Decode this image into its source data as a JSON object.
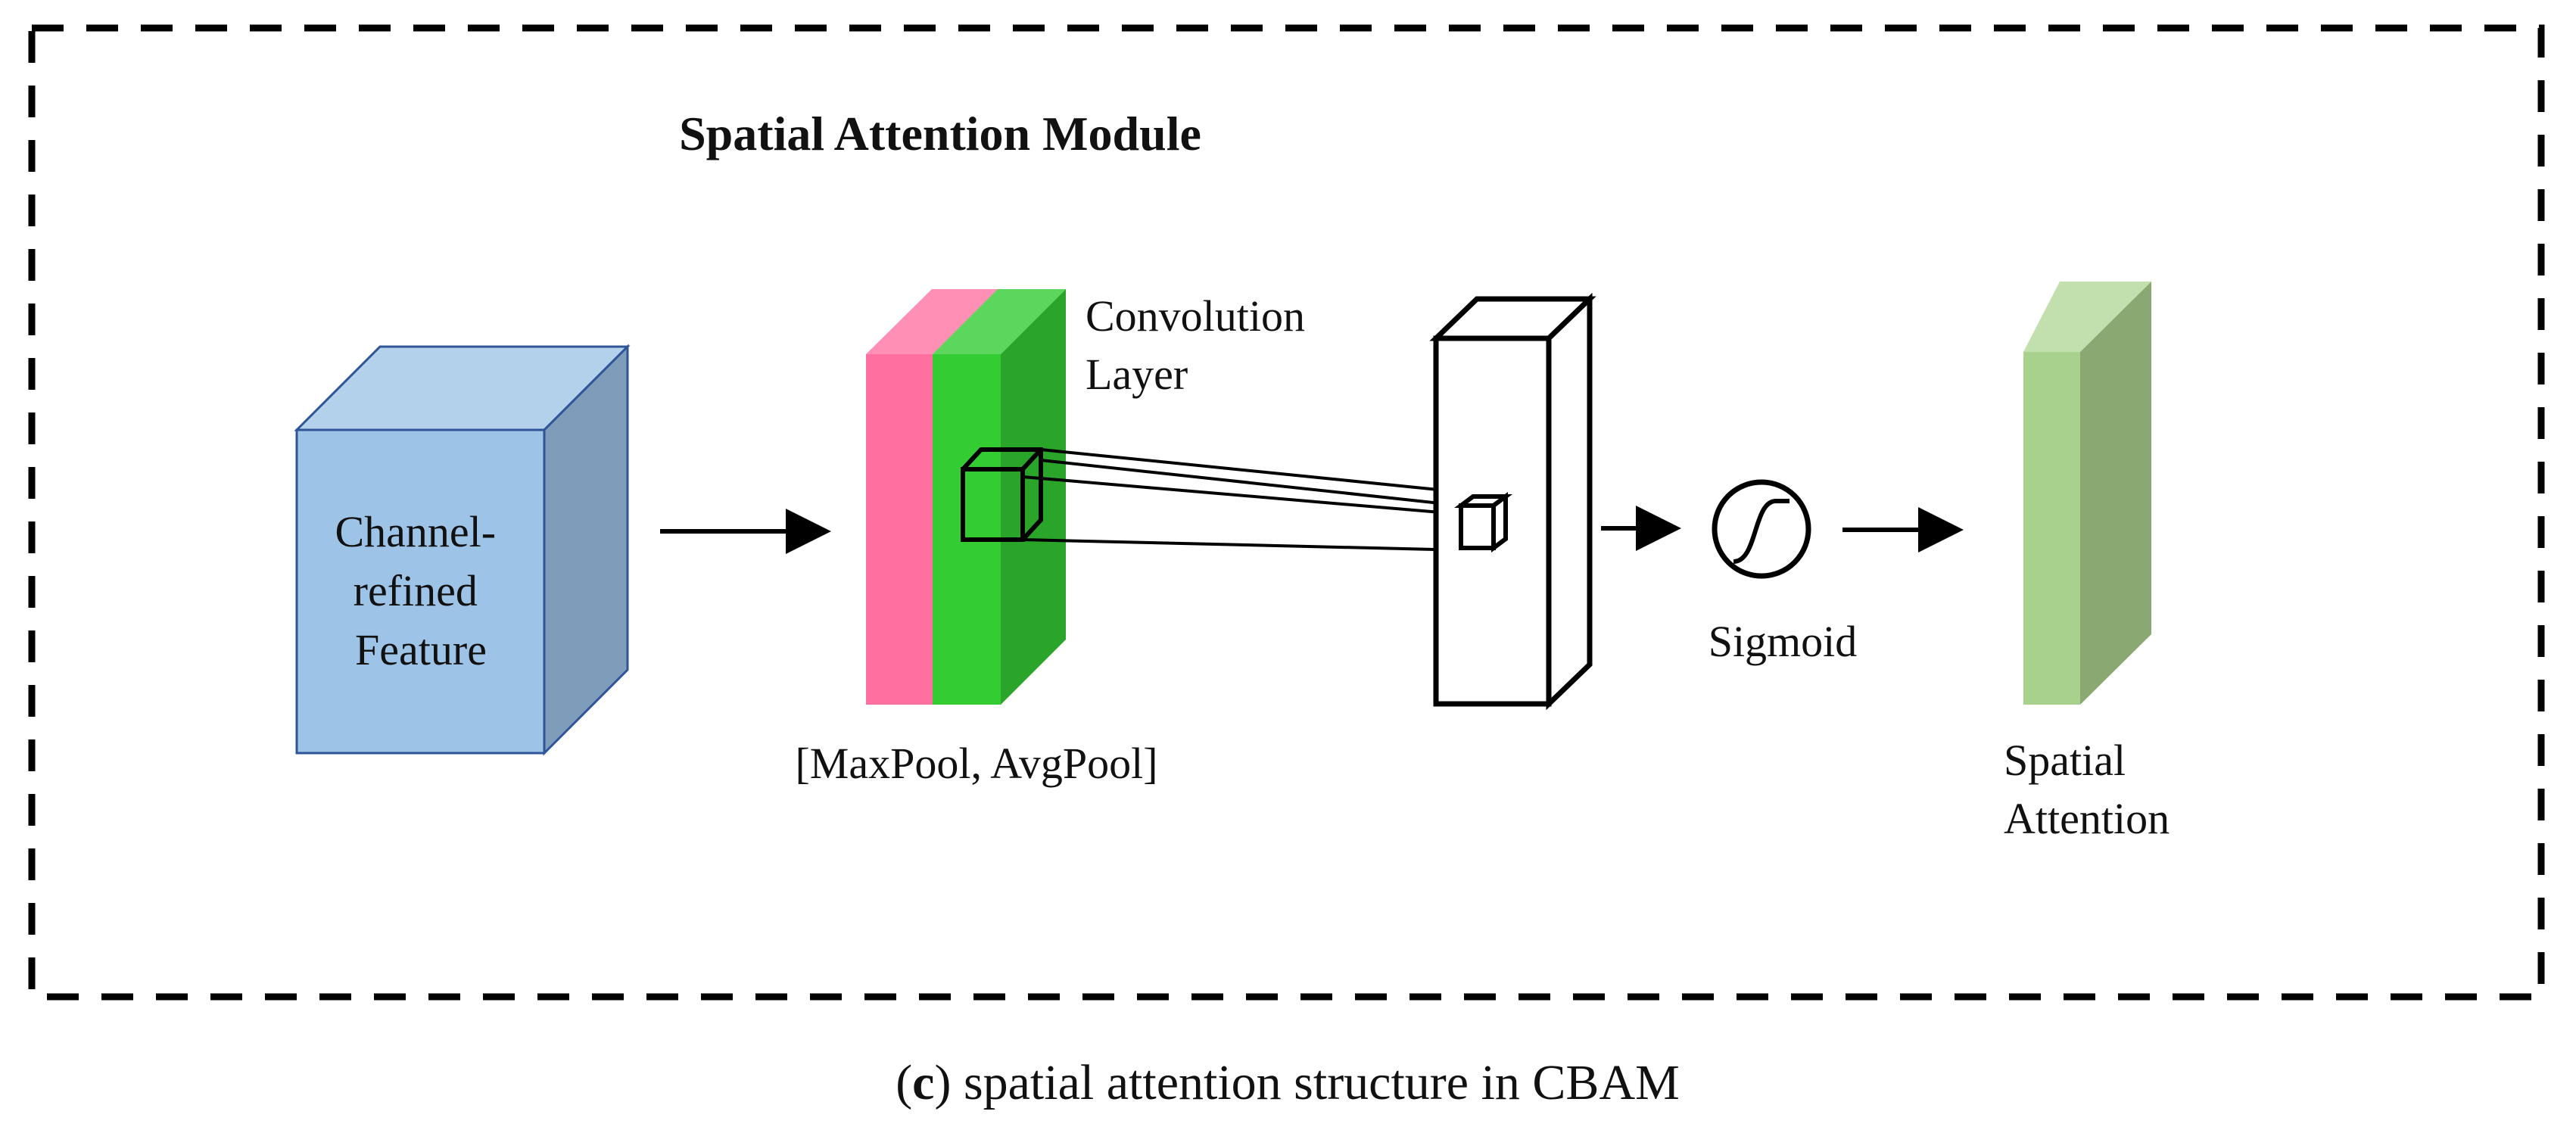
{
  "module_title": "Spatial Attention Module",
  "input_feature": {
    "lines": [
      "Channel-",
      "refined",
      "Feature"
    ],
    "colors": {
      "front": "#9dc3e6",
      "top": "#b4d1ec",
      "side": "#7f9dbb",
      "edge": "#2f5597"
    }
  },
  "pooling": {
    "label": "[MaxPool, AvgPool]",
    "colors": {
      "maxpool": "#ff6f9f",
      "maxpool_top": "#ff8fb5",
      "avgpool": "#33cc33",
      "avgpool_top": "#5cd65c",
      "avgpool_side": "#2aa52a"
    }
  },
  "convolution": {
    "lines": [
      "Convolution",
      "Layer"
    ]
  },
  "sigmoid": {
    "label": "Sigmoid"
  },
  "output": {
    "lines": [
      "Spatial",
      "Attention"
    ],
    "colors": {
      "front": "#a9d18e",
      "top": "#c2e0ad",
      "side": "#8aa872"
    }
  },
  "caption": {
    "letter": "c",
    "open": "(",
    "close": ")",
    "text": " spatial attention structure in CBAM"
  },
  "frame_style": "dashed"
}
